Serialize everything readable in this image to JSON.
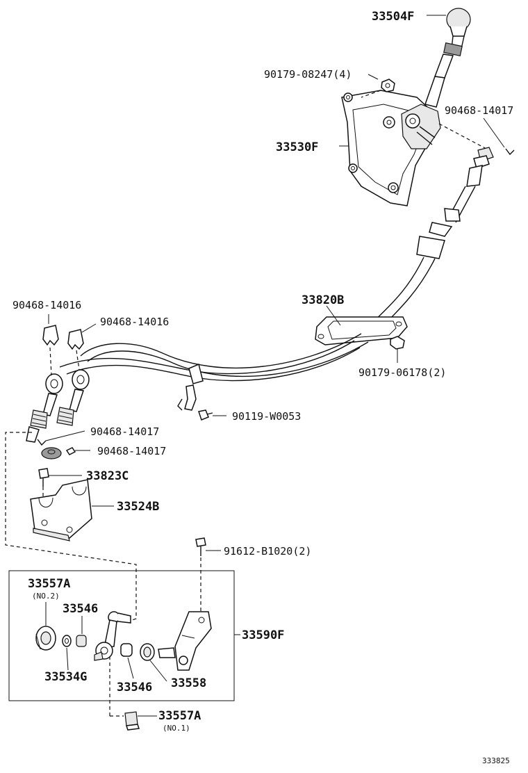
{
  "labels": {
    "p33504F": "33504F",
    "p90179_08247": "90179-08247(4)",
    "p90468_14017_top": "90468-14017",
    "p33530F": "33530F",
    "p33820B": "33820B",
    "p90468_14016_a": "90468-14016",
    "p90468_14016_b": "90468-14016",
    "p90179_06178": "90179-06178(2)",
    "p90119_W0053": "90119-W0053",
    "p90468_14017_a": "90468-14017",
    "p90468_14017_b": "90468-14017",
    "p33823C": "33823C",
    "p33524B": "33524B",
    "p91612_B1020": "91612-B1020(2)",
    "p33557A_top": "33557A",
    "no2": "(NO.2)",
    "p33546_top": "33546",
    "p33590F": "33590F",
    "p33534G": "33534G",
    "p33546_bottom": "33546",
    "p33558": "33558",
    "p33557A_bottom": "33557A",
    "no1": "(NO.1)",
    "figure_no": "333825"
  }
}
